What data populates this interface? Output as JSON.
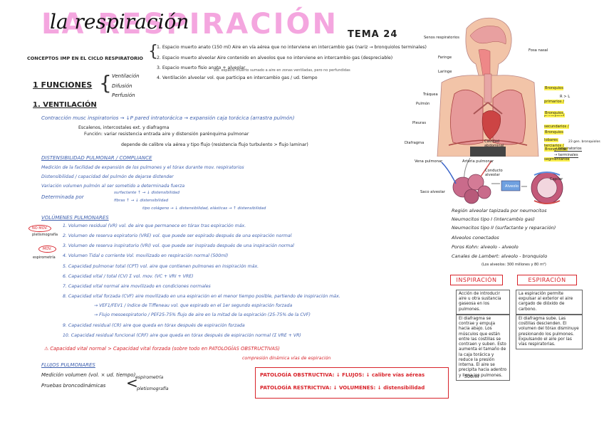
{
  "header": {
    "title_bg": "LA RESPIRACIÓN",
    "title_script": "la respiración",
    "tema": "TEMA 24"
  },
  "conceptos": {
    "heading": "CONCEPTOS IMP EN EL CICLO RESPIRATORIO",
    "items": [
      "1. Espacio muerto anato (150 ml) Aire en vía aérea que no interviene en intercambio gas (nariz → bronquiolos terminales)",
      "2. Espacio muerto alveolar Aire contenido en alveolos que no interviene en intercambio gas (despreciable)",
      "3. Espacio muerto fisio  anato + alveolar",
      "4. Ventilación alveolar vol. que participa en intercambio gas / ud. tiempo"
    ],
    "note3": "vol. espacio muerto sumado a aire en zonas ventiladas, pero no perfundidas"
  },
  "funciones": {
    "heading": "1 FUNCIONES",
    "items": [
      "Ventilación",
      "Difusión",
      "Perfusión"
    ]
  },
  "ventilacion": {
    "heading": "1. VENTILACIÓN",
    "lines": [
      "Contracción musc inspiratorios → ↓P pared intratorácica → expansión caja torácica (arrastra pulmón)",
      "Escalenos, intercostales ext. y diafragma",
      "Función: variar resistencia entrada aire y distensión parénquima pulmonar",
      "depende de calibre vía aérea y tipo flujo (resistencia flujo turbulento > flujo laminar)"
    ]
  },
  "distensibilidad": {
    "heading": "DISTENSIBILIDAD PULMONAR / COMPLIANCE",
    "lines": [
      "Medición de la facilidad de expansión de los pulmones y el tórax durante mov. respiratorios",
      "Distensibilidad / capacidad del pulmón de dejarse distender",
      "Variación volumen pulmón al ser sometido a determinada fuerza",
      "Determinada por"
    ],
    "determinantes": [
      "surfactante ↑ → ↓ distensibilidad",
      "fibras ↑ → ↓ distensibilidad",
      "tipo colágeno → ↓ distensibilidad, elásticas → ↑ distensibilidad"
    ]
  },
  "volumenes": {
    "heading": "VOLÚMENES PULMONARES",
    "no_mov_label": "NO MOV.",
    "no_mov_note": "pletismografía",
    "mov_label": "MOV.",
    "mov_note": "espirometría",
    "items": [
      "1. Volumen residual (VR) vol. de aire que permanece en tórax tras espiración máx.",
      "2. Volumen de reserva espiratorio (VRE) vol. que puede ser espirado después de una espiración normal",
      "3. Volumen de reserva inspiratorio (VRI) vol. que puede ser inspirado después de una inspiración normal",
      "4. Volumen Tidal o corriente  Vol. movilizado en respiración normal (500ml)",
      "5. Capacidad pulmonar total (CPT) vol. aire que contienen pulmones en inspiración máx.",
      "6. Capacidad vital / total (CV) Σ vol. mov. (VC + VRI + VRE)",
      "7. Capacidad vital normal aire movilizado en condiciones normales",
      "8. Capacidad vital forzada (CVF) aire movilizado en una espiración en el menor tiempo posible, partiendo de inspiración máx.",
      "→ VEF1/FEV1 / índice de Tiffeneau vol. que espirado en el 1er segundo espiración forzada",
      "→ Flujo mesoespiratorio / PEF25-75% flujo de aire en la mitad de la espiración (25-75% de la CVF)",
      "9. Capacidad residual (CR) aire que queda en tórax después de espiración forzada",
      "10. Capacidad residual funcional (CRF) aire que queda en tórax después de espiración normal (Σ VRE + VR)"
    ],
    "warning": "⚠ Capacidad vital normal > Capacidad vital forzada (sobre todo en PATOLOGÍAS OBSTRUCTIVAS)",
    "warning_sub": "compresión dinámica vías de espiración"
  },
  "flujos": {
    "heading": "FLUJOS PULMONARES",
    "lines": [
      "Medición volumen (vol. × ud. tiempo)",
      "Pruebas broncodinámicas"
    ],
    "pruebas": [
      "espirometría",
      "pletismografía"
    ]
  },
  "patologia": {
    "obstructiva": "PATOLOGÍA OBSTRUCTIVA: ↓ FLUJOS: ↓ calibre vías aéreas",
    "restrictiva": "PATOLOGÍA RESTRICTIVA: ↓ VOLUMENES: ↓ distensibilidad"
  },
  "anatomy_labels": {
    "senos": "Senos respiratorios",
    "fosa": "Fosa nasal",
    "faringe": "Faringe",
    "laringe": "Laringe",
    "traquea": "Tráquea",
    "pulmon": "Pulmón",
    "pleuras": "Pleuras",
    "diafragma": "Diafragma",
    "cavidad": "Cavidad abdominal",
    "bronq_princ": "Bronquios primarios / principales",
    "bronq_princ_note": "R > L",
    "bronq_sec": "Bronquios secundarios / lobares",
    "bronq_ter": "Bronquios terciarios / segmentarios",
    "bronquiolos": "Bronquiolos",
    "bronquiolos_note": "23 gen. bronquiolos",
    "resp": "→ respiratorios",
    "term": "→ terminales",
    "vena": "Vena pulmonar",
    "arteria": "Arteria pulmonar",
    "conducto": "Conducto alveolar",
    "alveolo": "Alveolo",
    "saco": "Saco alveolar",
    "capilar": "Capilar"
  },
  "alveolar_notes": {
    "lines": [
      "Región alveolar tapizada por neumocitos",
      "Neumocitos tipo I (intercambio gas)",
      "Neumocitos tipo II (surfactante y reparación)",
      "Alveolos conectados",
      "Poros Kohn: alveolo - alveolo",
      "Canales de Lambert: alveolo - bronquiolo"
    ],
    "note": "(Los alveolos: 300 millones y 80 m²)"
  },
  "inspiracion": {
    "label": "INSPIRACIÓN",
    "text1": "Acción de introducir aire u otra sustancia gaseosa en los pulmones.",
    "text2": "El diafragma se contrae y empuja hacia abajo. Los músculos que están entre las costillas se contraen y suben. Esto aumenta el tamaño de la caja torácica y reduce la presión interna. El aire se precipita hacia adentro y llena los pulmones.",
    "volume": "500ml"
  },
  "espiracion": {
    "label": "ESPIRACIÓN",
    "text1": "La espiración permite expulsar al exterior el aire cargado de dióxido de carbono.",
    "text2": "El diafragma sube. Las costillas descienden. El volumen del tórax disminuye presionando los pulmones. Expulsando el aire por las vías respiratorias."
  },
  "colors": {
    "pink_title": "#f4a6df",
    "blue_ink": "#3d5fae",
    "red_ink": "#d8232a",
    "highlight": "#fff34d"
  }
}
